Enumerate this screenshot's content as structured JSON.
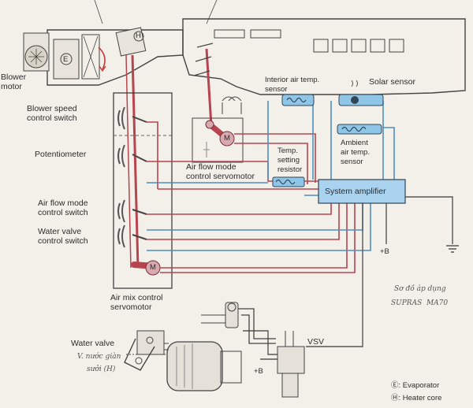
{
  "labels": {
    "blower_motor": "Blower\nmotor",
    "blower_speed_switch": "Blower speed\ncontrol switch",
    "potentiometer": "Potentiometer",
    "air_flow_mode_switch": "Air flow mode\ncontrol switch",
    "water_valve_switch": "Water valve\ncontrol switch",
    "air_mix_servomotor": "Air mix control\nservomotor",
    "air_flow_servomotor": "Air flow mode\ncontrol servomotor",
    "interior_air_temp_sensor": "Interior air temp.\nsensor",
    "solar_sensor": "Solar sensor",
    "ambient_air_temp_sensor": "Ambient\nair temp.\nsensor",
    "temp_setting_resistor": "Temp.\nsetting\nresistor",
    "system_amplifier": "System amplifier",
    "plus_b_right": "+B",
    "plus_b_vsv": "+B",
    "water_valve": "Water valve",
    "vsv": "VSV",
    "legend_evaporator": "Ⓔ: Evaporator",
    "legend_heater_core": "Ⓗ: Heater core",
    "evap_mark": "E",
    "heater_mark": "H",
    "servo_mark_m": "M"
  },
  "handwriting": {
    "note_right_1": "Sơ đồ áp dụng",
    "note_right_2": "SUPRAS  MA70",
    "note_left_1": "V. nước giàn",
    "note_left_2": "sưởi (H)"
  },
  "colors": {
    "background": "#f3f0ea",
    "wire_red": "#b7444f",
    "wire_blue": "#4f8ec0",
    "wire_dark": "#555555",
    "sensor_fill": "#8fc6e8",
    "amplifier_fill": "#a9d3ef"
  }
}
